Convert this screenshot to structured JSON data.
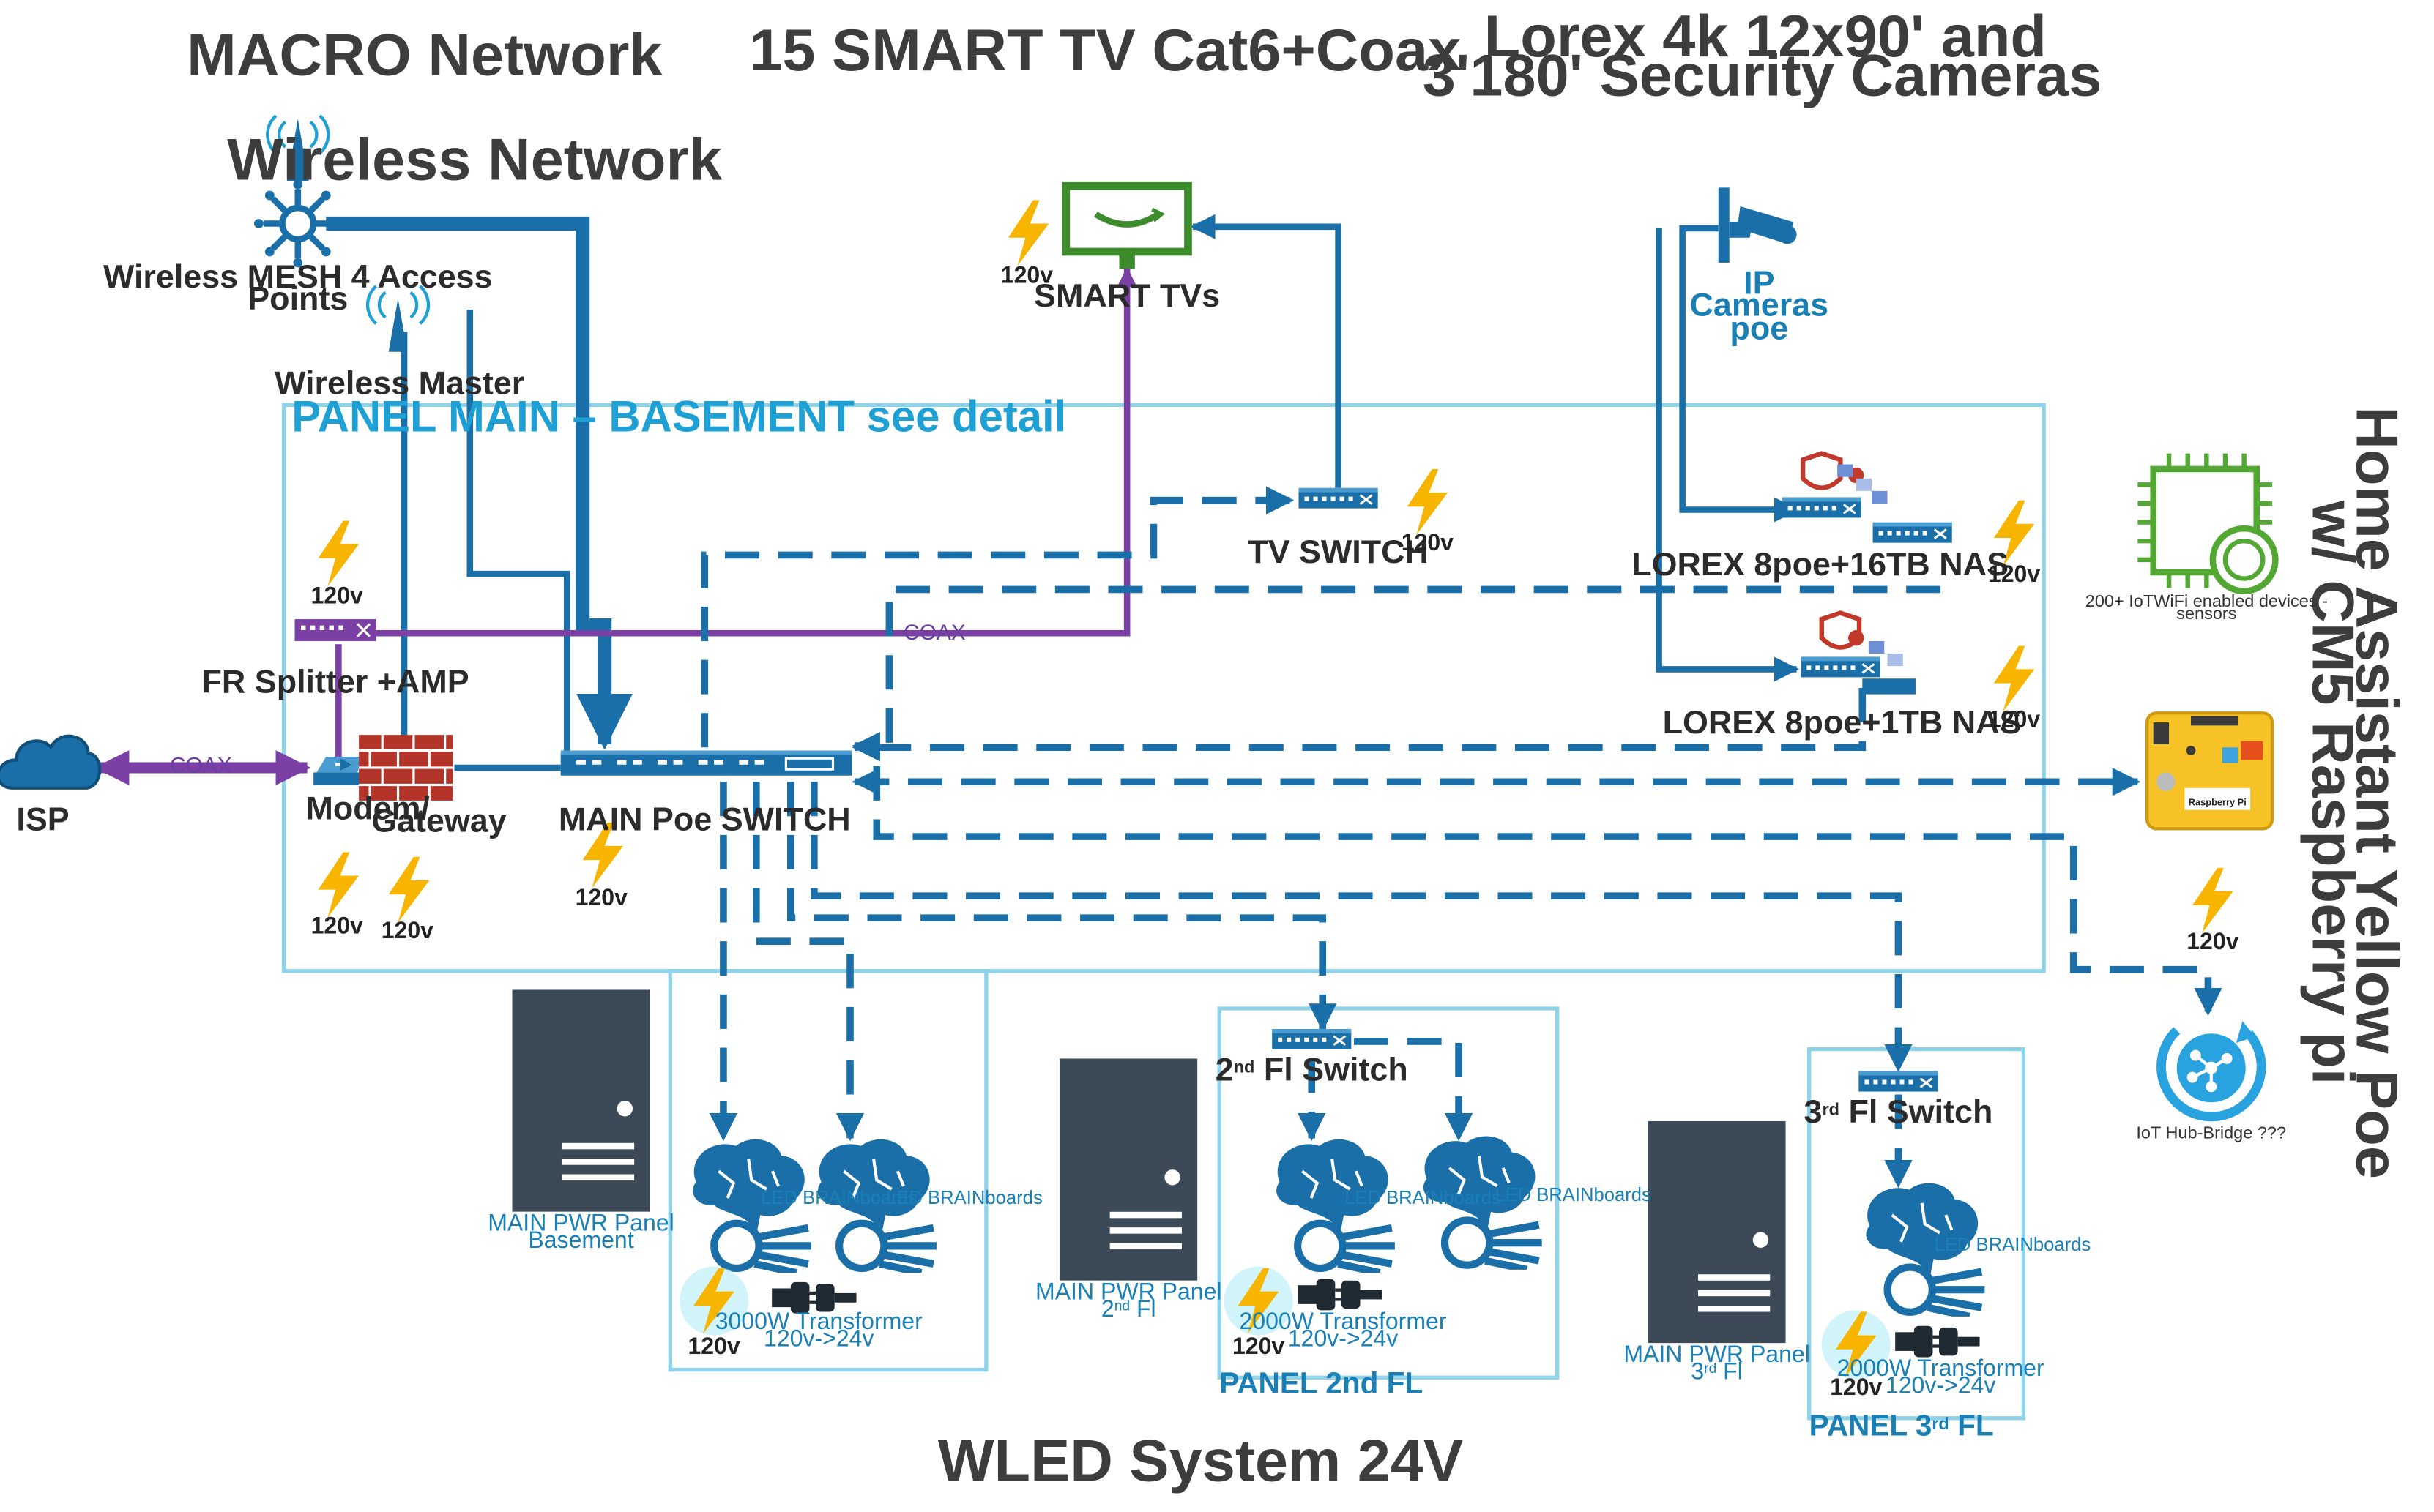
{
  "titles": {
    "macro": "MACRO Network",
    "wireless": "Wireless Network",
    "tv": "15 SMART TV Cat6+Coax",
    "cameras_line1": "Lorex 4k 12x90' and",
    "cameras_line2": "3'180' Security Cameras",
    "wled": "WLED System 24V",
    "ha_line1": "Home Assistant Yellow Poe",
    "ha_line2": "w/ CM5 Raspberry pi"
  },
  "labels": {
    "mesh_line1": "Wireless MESH 4 Access",
    "mesh_line2": "Points",
    "wireless_master": "Wireless Master",
    "panel_main": "PANEL MAIN – BASEMENT see detail",
    "smart_tvs": "SMART TVs",
    "tv_switch": "TV SWITCH",
    "ip_cam_1": "IP",
    "ip_cam_2": "Cameras",
    "ip_cam_3": "poe",
    "lorex_16": "LOREX 8poe+16TB NAS",
    "lorex_1": "LOREX 8poe+1TB NAS",
    "iot_devices_1": "200+ IoTWiFi  enabled devices -",
    "iot_devices_2": "sensors",
    "fr_splitter": "FR Splitter +AMP",
    "coax": "COAX",
    "isp": "ISP",
    "modem_1": "Modem/",
    "modem_2": "Gateway",
    "main_switch": "MAIN Poe SWITCH",
    "iot_hub": "IoT Hub-Bridge ???",
    "rpi": "Raspberry Pi",
    "v120": "120v",
    "led_brain": "LED BRAINboards",
    "pwr_basement_1": "MAIN PWR Panel",
    "pwr_basement_2": "Basement",
    "pwr_2nd_1": "MAIN PWR Panel",
    "pwr_2nd_2": "2",
    "pwr_2nd_sup": "nd",
    "pwr_2nd_3": " Fl",
    "pwr_3rd_1": "MAIN PWR Panel",
    "pwr_3rd_2": "3",
    "pwr_3rd_sup": "rd",
    "pwr_3rd_3": " Fl",
    "xf_3000_1": "3000W Transformer",
    "xf_3000_2": "120v->24v",
    "xf_2000a_1": "2000W Transformer",
    "xf_2000a_2": "120v->24v",
    "xf_2000b_1": "2000W Transformer",
    "xf_2000b_2": "120v->24v",
    "sw_2nd_1": "2",
    "sw_2nd_sup": "nd",
    "sw_2nd_2": " Fl Switch",
    "sw_3rd_1": "3",
    "sw_3rd_sup": "rd",
    "sw_3rd_2": " Fl Switch",
    "panel_2nd": "PANEL 2nd FL",
    "panel_3rd_1": "PANEL 3",
    "panel_3rd_sup": "rd",
    "panel_3rd_2": " FL"
  },
  "colors": {
    "network_blue": "#1a6fa8",
    "coax_purple": "#7b3fa6",
    "panel_cyan": "#8fd3ea",
    "power_yellow": "#f7b500",
    "server_gray": "#3b4a56",
    "firewall_red": "#b3352a",
    "tv_green": "#3c8c2c",
    "iot_green": "#52a832"
  },
  "icons": {
    "mesh": "wireless-mesh-icon",
    "tower": "antenna-tower-icon",
    "tv": "smart-tv-icon",
    "camera": "security-camera-icon",
    "switch": "network-switch-icon",
    "nas": "nas-shield-icon",
    "chip": "iot-chip-icon",
    "board": "raspberry-pi-board-icon",
    "cloud": "cloud-icon",
    "firewall": "firewall-icon",
    "bolt": "lightning-bolt-icon",
    "server": "power-panel-icon",
    "brain": "led-brainboard-icon",
    "plug": "transformer-plug-icon",
    "hub": "iot-hub-icon"
  }
}
